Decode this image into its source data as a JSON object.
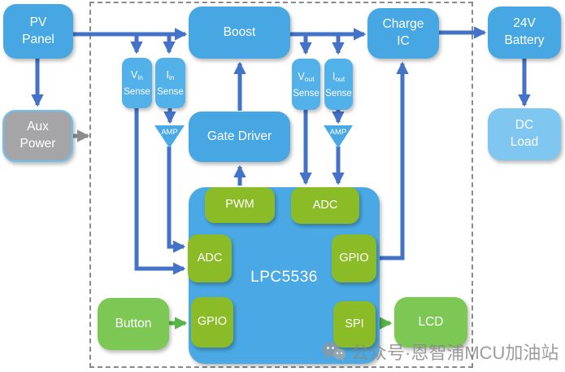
{
  "diagram": {
    "external": {
      "pv_panel": {
        "line1": "PV",
        "line2": "Panel"
      },
      "aux_power": {
        "line1": "Aux",
        "line2": "Power"
      },
      "battery": {
        "line1": "24V",
        "line2": "Battery"
      },
      "dc_load": {
        "line1": "DC",
        "line2": "Load"
      }
    },
    "power_stage": {
      "boost": "Boost",
      "charge_ic": {
        "line1": "Charge",
        "line2": "IC"
      },
      "gate_driver": "Gate Driver",
      "vin_sense": {
        "letter": "V",
        "sub": "in",
        "label": "Sense"
      },
      "iin_sense": {
        "letter": "I",
        "sub": "in",
        "label": "Sense"
      },
      "vout_sense": {
        "letter": "V",
        "sub": "out",
        "label": "Sense"
      },
      "iout_sense": {
        "letter": "I",
        "sub": "out",
        "label": "Sense"
      },
      "amp_left": "AMP",
      "amp_right": "AMP"
    },
    "mcu": {
      "name": "LPC5536",
      "pwm": "PWM",
      "adc_top": "ADC",
      "adc_left": "ADC",
      "gpio_right": "GPIO",
      "gpio_bottom": "GPIO",
      "spi": "SPI"
    },
    "peripherals": {
      "button": "Button",
      "lcd": "LCD"
    },
    "watermark": {
      "icon": "wechat-icon",
      "text": "公众号·恩智浦MCU加油站"
    },
    "colors": {
      "box_blue": "#47a7e2",
      "sense_blue": "#53b1ea",
      "box_light_blue": "#7fc7f0",
      "box_gray": "#a5a5a7",
      "block_olive_green": "#8cbb28",
      "box_green": "#7dc855",
      "arrow_blue": "#4472c8",
      "arrow_green": "#55b545",
      "arrow_gray": "#8c8c8c",
      "watermark_gray": "#878787"
    }
  }
}
